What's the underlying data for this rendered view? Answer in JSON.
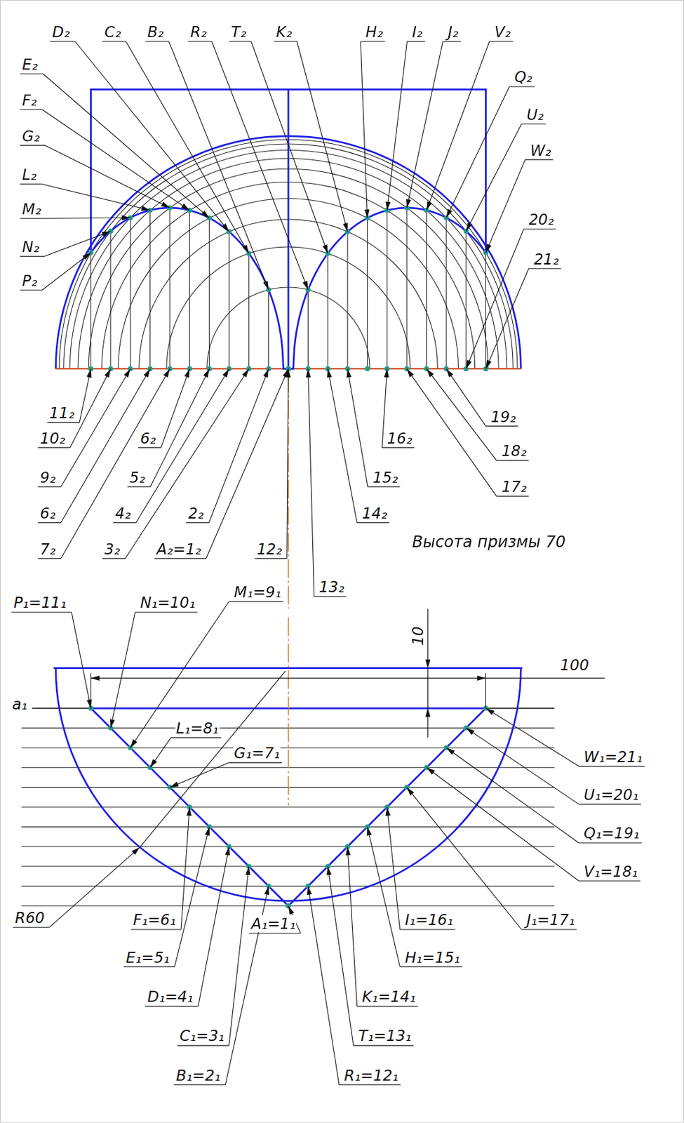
{
  "diagram": {
    "labels": [
      "D₂",
      "C₂",
      "B₂",
      "R₂",
      "T₂",
      "K₂",
      "H₂",
      "I₂",
      "J₂",
      "V₂",
      "E₂",
      "F₂",
      "G₂",
      "L₂",
      "M₂",
      "N₂",
      "P₂",
      "Q₂",
      "U₂",
      "W₂",
      "20₂",
      "21₂",
      "11₂",
      "10₂",
      "9₂",
      "6₂",
      "7₂",
      "6₂",
      "5₂",
      "4₂",
      "3₂",
      "2₂",
      "A₂=1₂",
      "12₂",
      "13₂",
      "14₂",
      "15₂",
      "16₂",
      "17₂",
      "18₂",
      "19₂",
      "Высота призмы 70",
      "P₁=11₁",
      "N₁=10₁",
      "M₁=9₁",
      "L₁=8₁",
      "G₁=7₁",
      "10",
      "100",
      "a₁",
      "W₁=21₁",
      "U₁=20₁",
      "Q₁=19₁",
      "V₁=18₁",
      "J₁=17₁",
      "I₁=16₁",
      "H₁=15₁",
      "K₁=14₁",
      "T₁=13₁",
      "R₁=12₁",
      "A₁=1₁",
      "F₁=6₁",
      "E₁=5₁",
      "D₁=4₁",
      "C₁=3₁",
      "B₁=2₁",
      "R60"
    ]
  }
}
